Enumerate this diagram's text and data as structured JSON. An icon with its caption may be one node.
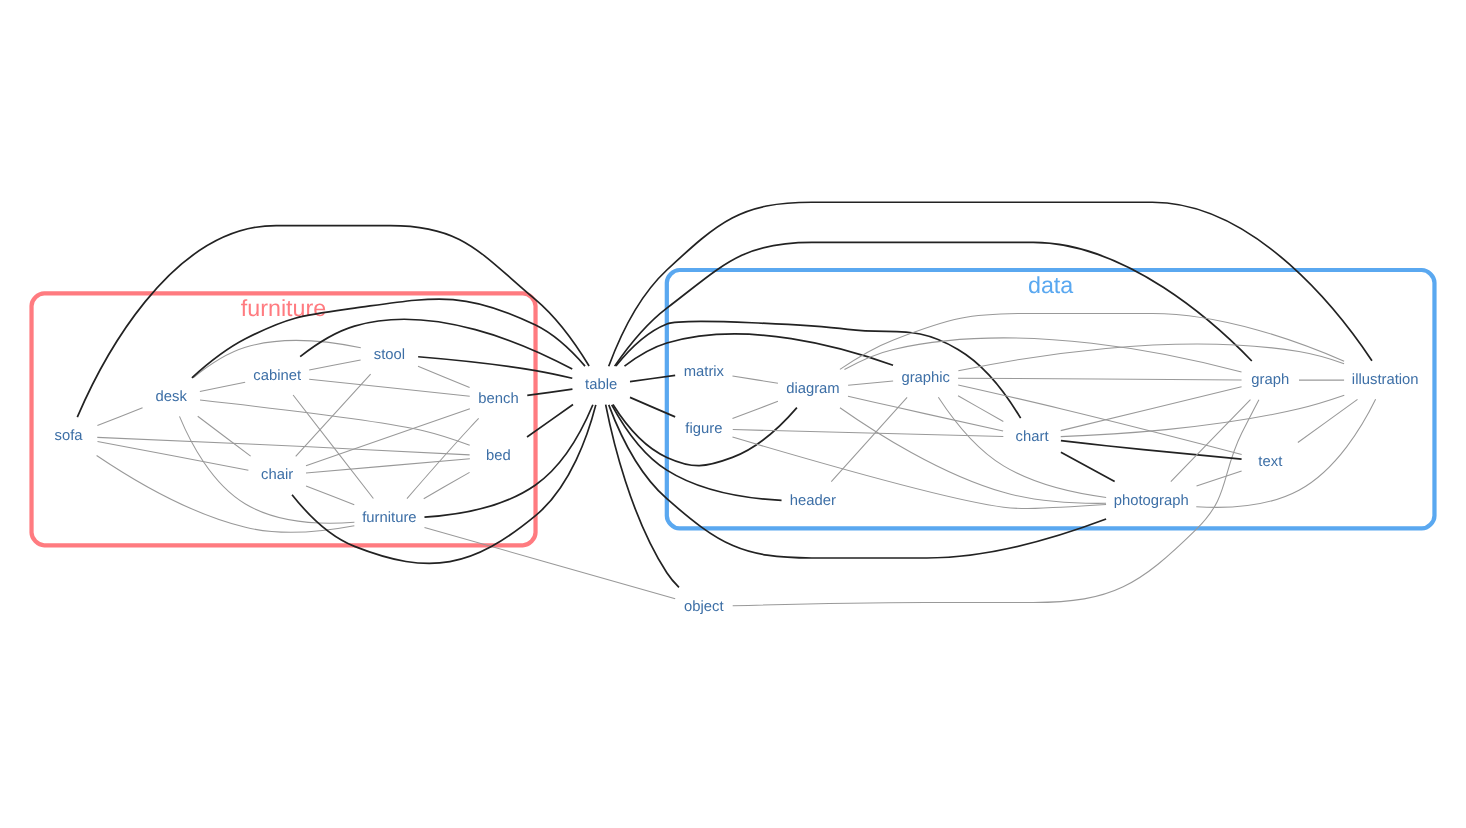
{
  "diagram": {
    "nodes": [
      {
        "text": [
          "furniture"
        ]
      },
      {
        "text": [
          "sofa"
        ],
        "in": 0
      },
      {
        "text": [
          "desk"
        ],
        "in": 0
      },
      {
        "text": [
          "cabinet"
        ],
        "in": 0
      },
      {
        "text": [
          "furniture"
        ],
        "in": 0
      },
      {
        "text": [
          "chair"
        ],
        "in": 0
      },
      {
        "text": [
          "stool"
        ],
        "in": 0
      },
      {
        "text": [
          "bed"
        ],
        "in": 0
      },
      {
        "text": [
          "bench"
        ],
        "in": 0
      },
      {
        "text": [
          "table"
        ]
      },
      {
        "text": [
          "object"
        ]
      },
      {
        "text": [
          "data"
        ]
      },
      {
        "text": [
          "matrix"
        ],
        "in": 11
      },
      {
        "text": [
          "header"
        ],
        "in": 11
      },
      {
        "text": [
          "figure"
        ],
        "in": 11
      },
      {
        "text": [
          "diagram"
        ],
        "in": 11
      },
      {
        "text": [
          "graphic"
        ],
        "in": 11
      },
      {
        "text": [
          "chart"
        ],
        "in": 11
      },
      {
        "text": [
          "photograph"
        ],
        "in": 11
      },
      {
        "text": [
          "text"
        ],
        "in": 11
      },
      {
        "text": [
          "graph"
        ],
        "in": 11
      },
      {
        "text": [
          "illustration"
        ],
        "in": 11
      }
    ],
    "edges": [
      {
        "from": 9,
        "to": 1,
        "arrow": "none",
        "color": "#222222"
      },
      {
        "from": 9,
        "to": 2,
        "arrow": "none",
        "color": "#222222"
      },
      {
        "from": 9,
        "to": 3,
        "arrow": "none",
        "color": "#222222"
      },
      {
        "from": 9,
        "to": 4,
        "arrow": "none",
        "color": "#222222"
      },
      {
        "from": 9,
        "to": 5,
        "arrow": "none",
        "color": "#222222"
      },
      {
        "from": 9,
        "to": 6,
        "arrow": "none",
        "color": "#222222"
      },
      {
        "from": 9,
        "to": 7,
        "arrow": "none",
        "color": "#222222"
      },
      {
        "from": 9,
        "to": 8,
        "arrow": "none",
        "color": "#222222"
      },
      {
        "from": 9,
        "to": 10,
        "arrow": "none",
        "color": "#222222"
      },
      {
        "from": 9,
        "to": 12,
        "arrow": "none",
        "color": "#222222"
      },
      {
        "from": 9,
        "to": 13,
        "arrow": "none",
        "color": "#222222"
      },
      {
        "from": 9,
        "to": 14,
        "arrow": "none",
        "color": "#222222"
      },
      {
        "from": 9,
        "to": 15,
        "arrow": "none",
        "color": "#222222"
      },
      {
        "from": 9,
        "to": 16,
        "arrow": "none",
        "color": "#222222"
      },
      {
        "from": 9,
        "to": 17,
        "arrow": "none",
        "color": "#222222"
      },
      {
        "from": 9,
        "to": 18,
        "arrow": "none",
        "color": "#222222"
      },
      {
        "from": 9,
        "to": 20,
        "arrow": "none",
        "color": "#222222"
      },
      {
        "from": 9,
        "to": 21,
        "arrow": "none",
        "color": "#222222"
      },
      {
        "from": 17,
        "to": 19,
        "arrow": "none",
        "color": "#222222"
      },
      {
        "from": 17,
        "to": 18,
        "arrow": "none",
        "color": "#222222"
      },
      {
        "from": 1,
        "to": 2,
        "arrow": "none"
      },
      {
        "from": 1,
        "to": 5,
        "arrow": "none"
      },
      {
        "from": 1,
        "to": 4,
        "arrow": "none"
      },
      {
        "from": 1,
        "to": 7,
        "arrow": "none"
      },
      {
        "from": 2,
        "to": 3,
        "arrow": "none"
      },
      {
        "from": 2,
        "to": 6,
        "arrow": "none"
      },
      {
        "from": 2,
        "to": 5,
        "arrow": "none"
      },
      {
        "from": 2,
        "to": 4,
        "arrow": "none"
      },
      {
        "from": 2,
        "to": 7,
        "arrow": "none"
      },
      {
        "from": 3,
        "to": 6,
        "arrow": "none"
      },
      {
        "from": 3,
        "to": 4,
        "arrow": "none"
      },
      {
        "from": 3,
        "to": 8,
        "arrow": "none"
      },
      {
        "from": 5,
        "to": 4,
        "arrow": "none"
      },
      {
        "from": 5,
        "to": 6,
        "arrow": "none"
      },
      {
        "from": 5,
        "to": 8,
        "arrow": "none"
      },
      {
        "from": 5,
        "to": 7,
        "arrow": "none"
      },
      {
        "from": 4,
        "to": 8,
        "arrow": "none"
      },
      {
        "from": 4,
        "to": 7,
        "arrow": "none"
      },
      {
        "from": 4,
        "to": 10,
        "arrow": "none"
      },
      {
        "from": 6,
        "to": 8,
        "arrow": "none"
      },
      {
        "from": 10,
        "to": 20,
        "arrow": "none"
      },
      {
        "from": 13,
        "to": 16,
        "arrow": "none"
      },
      {
        "from": 12,
        "to": 15,
        "arrow": "none"
      },
      {
        "from": 14,
        "to": 15,
        "arrow": "none"
      },
      {
        "from": 14,
        "to": 17,
        "arrow": "none"
      },
      {
        "from": 14,
        "to": 18,
        "arrow": "none"
      },
      {
        "from": 15,
        "to": 16,
        "arrow": "none"
      },
      {
        "from": 15,
        "to": 17,
        "arrow": "none"
      },
      {
        "from": 15,
        "to": 20,
        "arrow": "none"
      },
      {
        "from": 15,
        "to": 18,
        "arrow": "none"
      },
      {
        "from": 15,
        "to": 21,
        "arrow": "none"
      },
      {
        "from": 16,
        "to": 17,
        "arrow": "none"
      },
      {
        "from": 16,
        "to": 18,
        "arrow": "none"
      },
      {
        "from": 16,
        "to": 21,
        "arrow": "none"
      },
      {
        "from": 16,
        "to": 19,
        "arrow": "none"
      },
      {
        "from": 16,
        "to": 20,
        "arrow": "none"
      },
      {
        "from": 17,
        "to": 20,
        "arrow": "none"
      },
      {
        "from": 17,
        "to": 21,
        "arrow": "none"
      },
      {
        "from": 18,
        "to": 20,
        "arrow": "none"
      },
      {
        "from": 18,
        "to": 19,
        "arrow": "none"
      },
      {
        "from": 18,
        "to": 21,
        "arrow": "none"
      },
      {
        "from": 20,
        "to": 21,
        "arrow": "none"
      },
      {
        "from": 19,
        "to": 21,
        "arrow": "none"
      }
    ]
  }
}
